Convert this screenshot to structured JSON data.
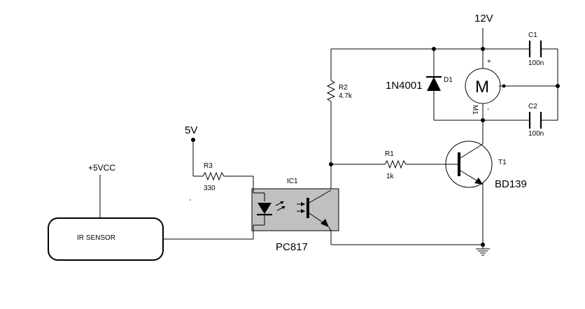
{
  "labels": {
    "supply_12v": "12V",
    "supply_5v": "5V",
    "vcc": "+5VCC",
    "sensor": "IR SENSOR",
    "r3_ref": "R3",
    "r3_val": "330",
    "r2_ref": "R2",
    "r2_val": "4.7k",
    "r1_ref": "R1",
    "r1_val": "1k",
    "ic_ref": "IC1",
    "ic_part": "PC817",
    "d1_ref": "D1",
    "d1_part": "1N4001",
    "motor_ref": "M1",
    "motor_plus": "+",
    "motor_minus": "-",
    "c1_ref": "C1",
    "c1_val": "100n",
    "c2_ref": "C2",
    "c2_val": "100n",
    "t1_ref": "T1",
    "t1_part": "BD139",
    "stray_mark": "'"
  },
  "colors": {
    "wire": "#000000",
    "optocoupler_body": "#c0c0c0",
    "background": "#ffffff"
  },
  "icons": {
    "resistor": "zigzag",
    "diode": "triangle-bar",
    "capacitor": "parallel-plates",
    "motor": "circle-M",
    "transistor": "npn",
    "ground": "ground-bars",
    "led": "led-triangle"
  }
}
